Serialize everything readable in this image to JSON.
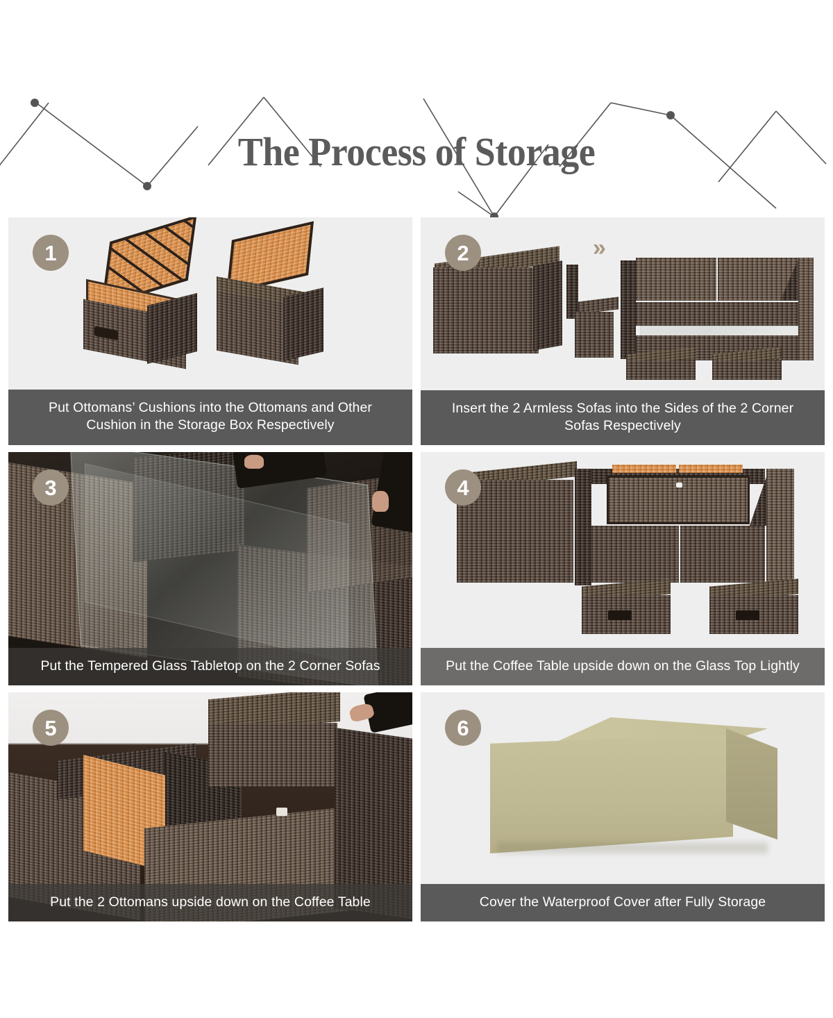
{
  "header": {
    "title": "The Process of Storage",
    "title_color": "#5b5b5b",
    "decoration": "zigzag-dotted-line"
  },
  "theme": {
    "badge_color": "#9c9080",
    "caption_bar_color": "#4f4f4f",
    "panel_background": "#eeeeee",
    "page_background": "#ffffff",
    "accent_chevron_color": "#a89880",
    "wicker_brown": "#54443a",
    "cushion_orange": "#d98b44",
    "cover_beige": "#c2bc96"
  },
  "steps": [
    {
      "number": "1",
      "caption": "Put Ottomans’ Cushions into the Ottomans and Other Cushion in the Storage Box Respectively",
      "image_alt": "Two wicker storage ottomans, one open showing orange interior lining, one with raised lid",
      "caption_style": "solid"
    },
    {
      "number": "2",
      "caption": "Insert the 2 Armless Sofas into the Sides of the 2 Corner Sofas Respectively",
      "image_alt": "Wicker storage box beside a sectional sofa assembly with armless modules and ottomans",
      "arrow_glyph": "»",
      "caption_style": "solid"
    },
    {
      "number": "3",
      "caption": "Put the Tempered Glass Tabletop on the 2 Corner Sofas",
      "image_alt": "Hands lowering a tempered glass tabletop onto two wicker corner sofas",
      "caption_style": "ghost"
    },
    {
      "number": "4",
      "caption": "Put the Coffee Table upside down on the Glass Top Lightly",
      "image_alt": "Storage box, nested corner sofas and two ottomans arranged in a row",
      "caption_style": "ghost"
    },
    {
      "number": "5",
      "caption": "Put the 2 Ottomans upside down on the Coffee Table",
      "image_alt": "Close-up of stacked wicker boxes with orange cushion visible inside",
      "caption_style": "ghost"
    },
    {
      "number": "6",
      "caption": "Cover the Waterproof Cover after Fully Storage",
      "image_alt": "Beige rectangular waterproof furniture cover over the stored set",
      "caption_style": "solid"
    }
  ]
}
